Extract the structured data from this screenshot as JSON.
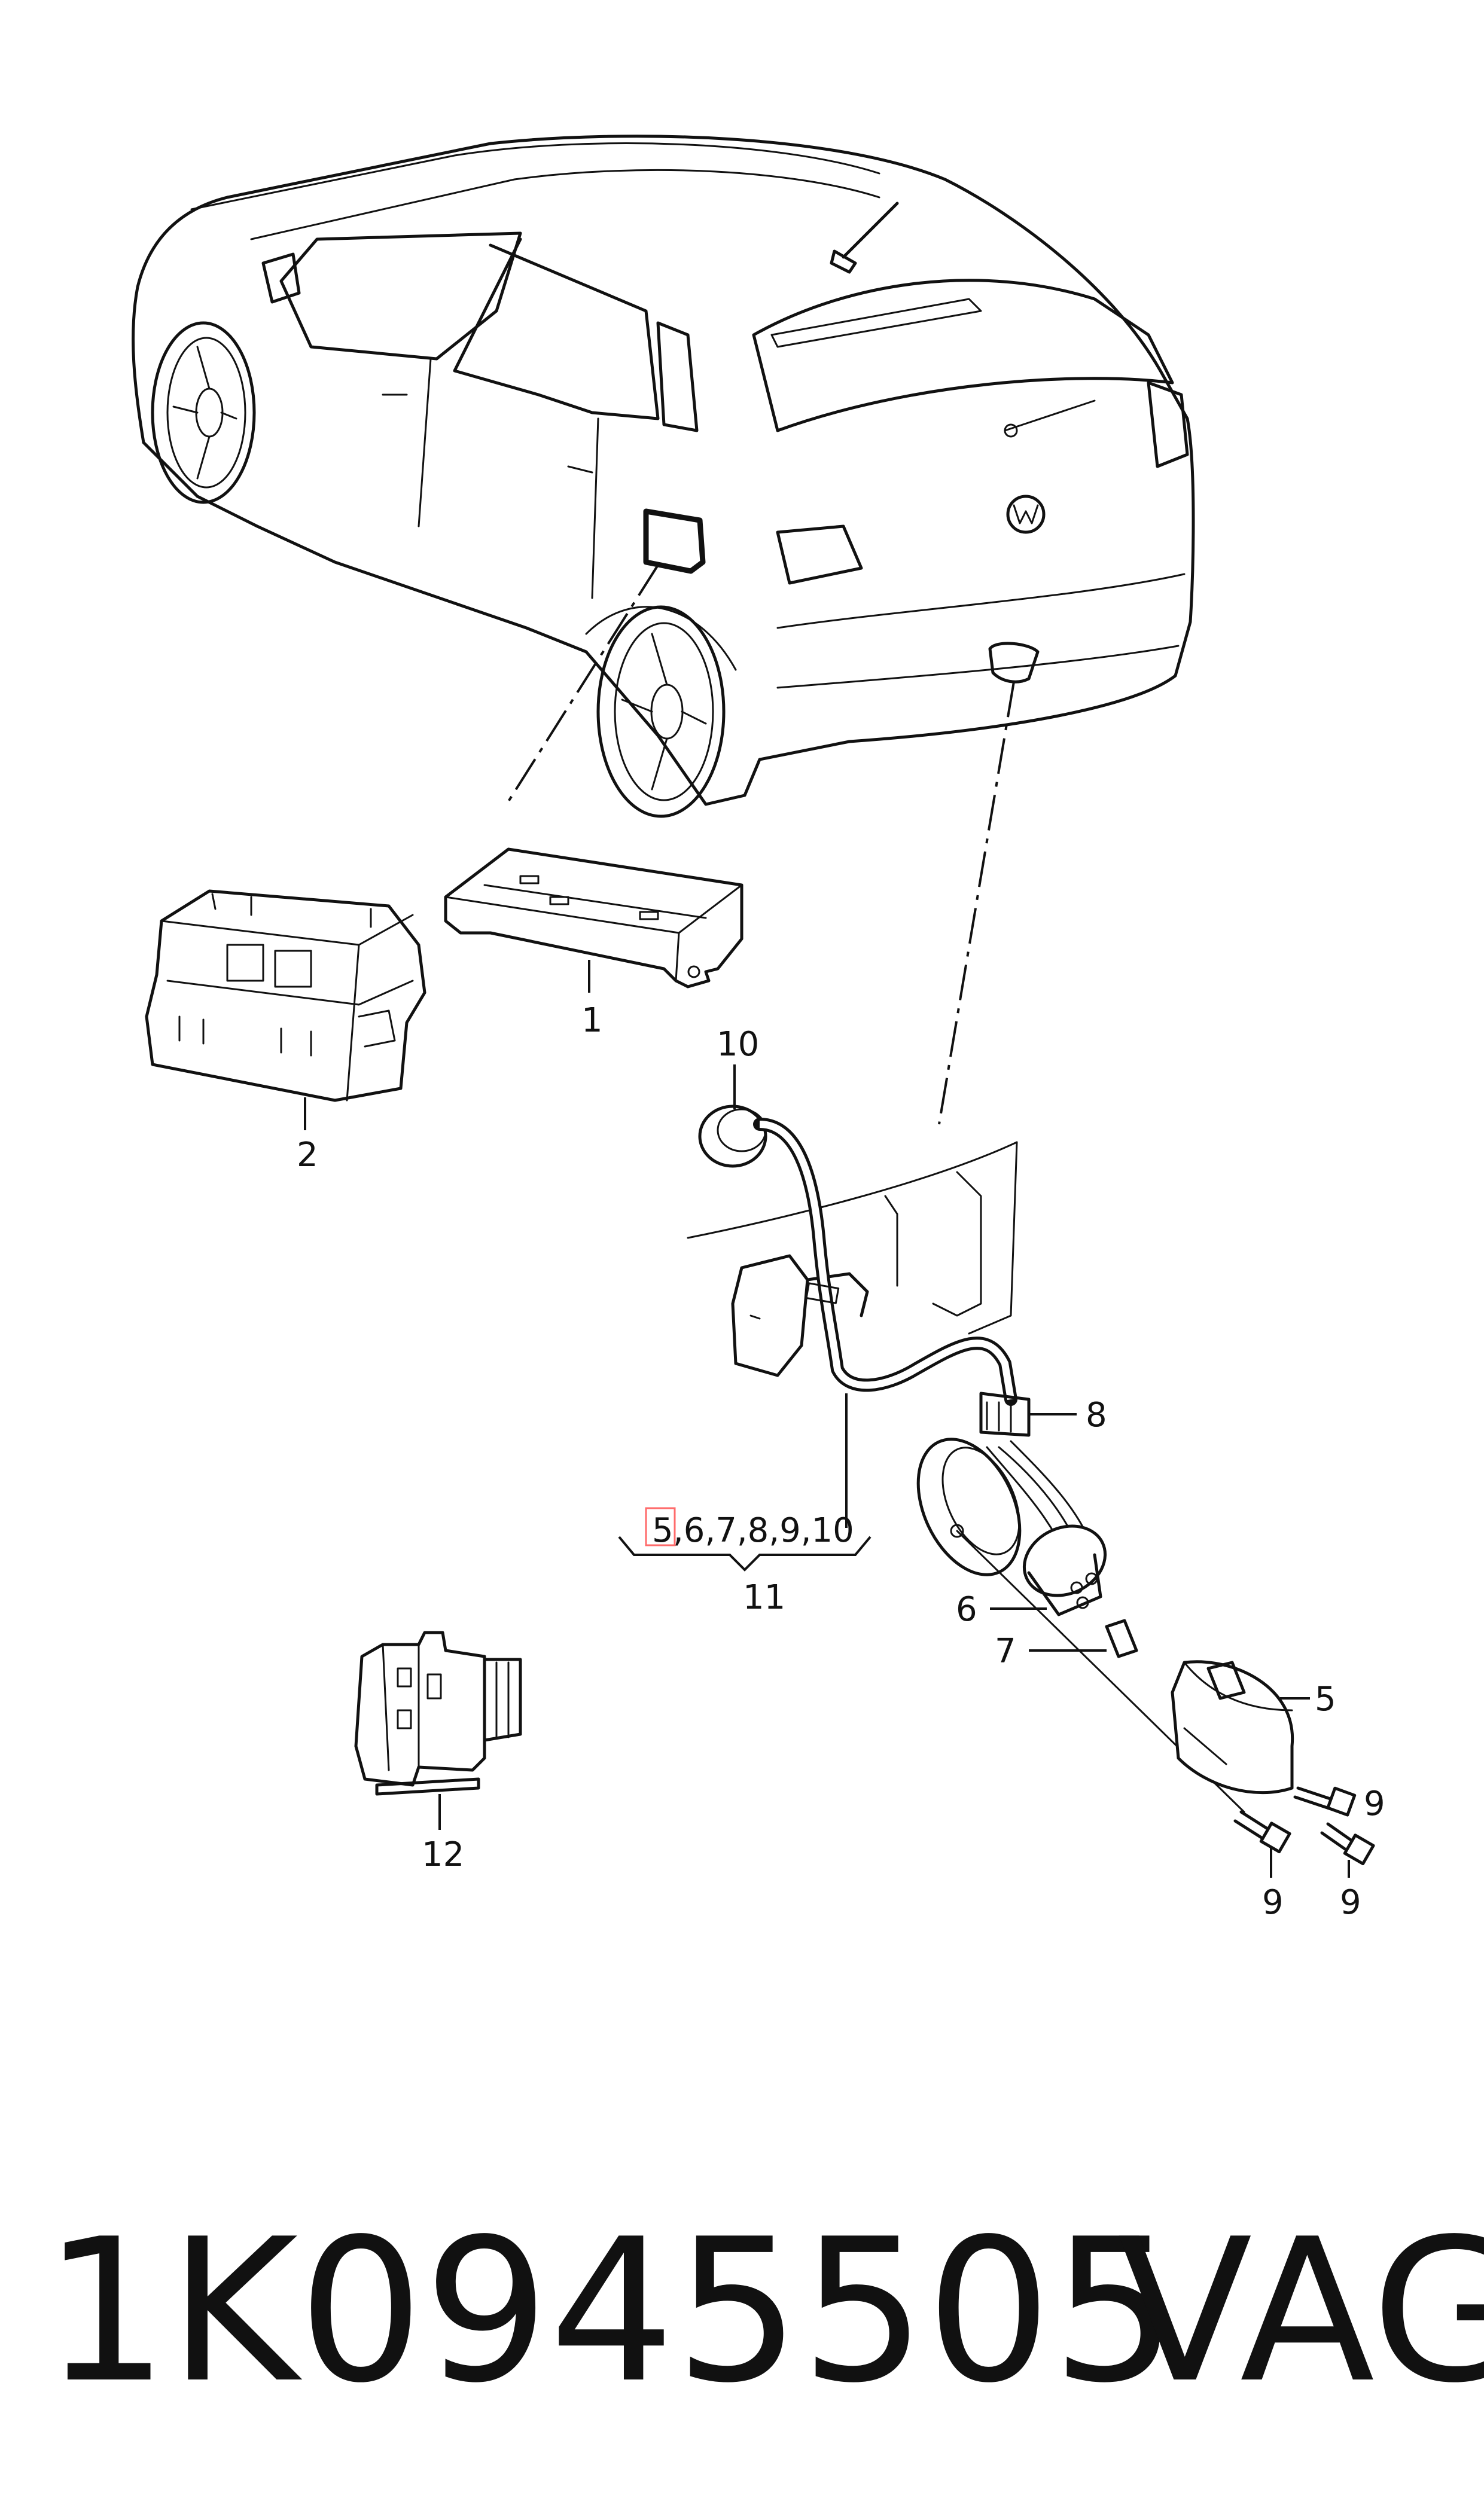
{
  "callouts": {
    "c1": "1",
    "c2": "2",
    "c5": "5",
    "c6": "6",
    "c7": "7",
    "c8": "8",
    "c9a": "9",
    "c9b": "9",
    "c9c": "9",
    "c10": "10",
    "c11": "11",
    "c12": "12",
    "group_highlight": "5",
    "group_rest": ",6,7,8,9,10"
  },
  "footer": {
    "part_number": "1K0945505",
    "brand": "VAG"
  },
  "colors": {
    "line": "#111111",
    "highlight": "#ff6b6b",
    "background": "#ffffff"
  }
}
